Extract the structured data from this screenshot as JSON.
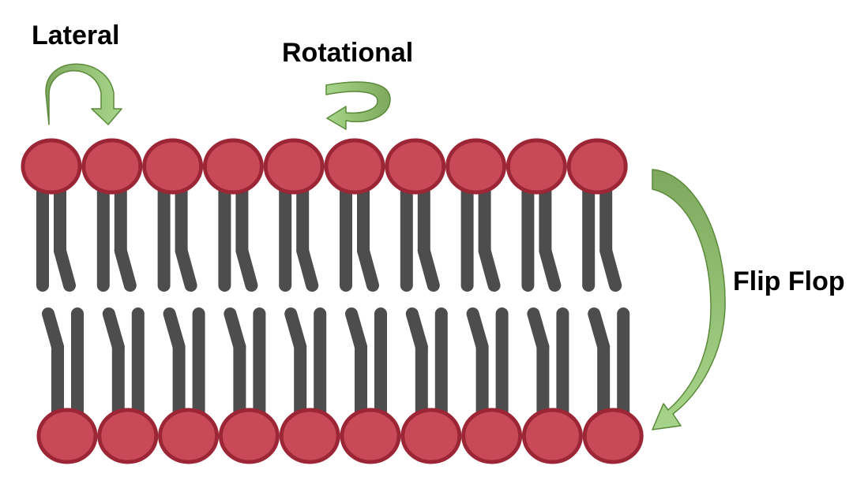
{
  "labels": {
    "lateral": "Lateral",
    "rotational": "Rotational",
    "flip_flop": "Flip Flop"
  },
  "membrane": {
    "top_leaflet_count": 10,
    "bottom_leaflet_count": 10
  },
  "colors": {
    "head_fill": "#c84a58",
    "head_stroke": "#9c2636",
    "tail": "#4d4d4d",
    "arrow_light": "#a6d58a",
    "arrow_dark": "#7fa85e",
    "arrow_stroke": "#5a8a3a"
  }
}
